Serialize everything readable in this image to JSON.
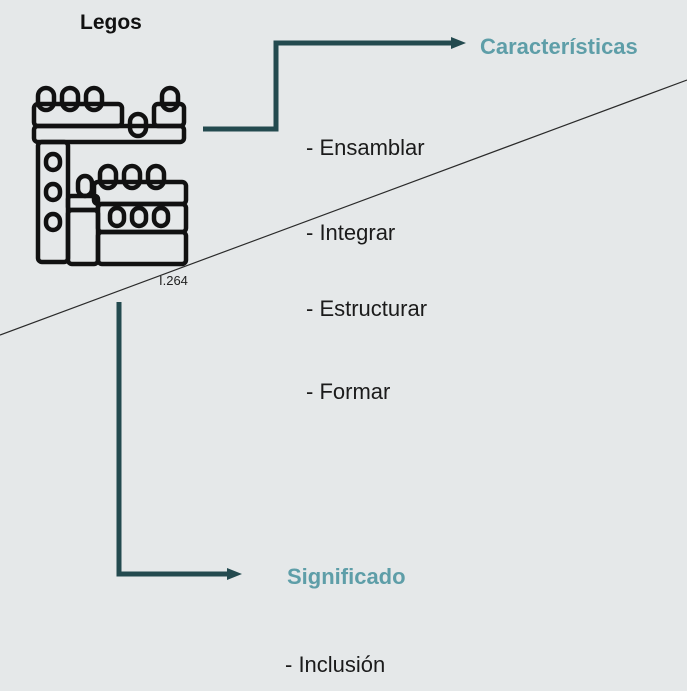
{
  "title": "Legos",
  "icon_name": "lego-castle-icon",
  "icon_label": "I.264",
  "caracteristicas": {
    "heading": "Características",
    "items": [
      "- Ensamblar",
      "- Integrar",
      "- Estructurar",
      "- Formar"
    ]
  },
  "significado": {
    "heading": "Significado",
    "items": [
      "- Inclusión"
    ]
  },
  "colors": {
    "background": "#e5e8e9",
    "accent": "#5e9ea8",
    "connector": "#234a4f",
    "text": "#1b1b1b"
  }
}
